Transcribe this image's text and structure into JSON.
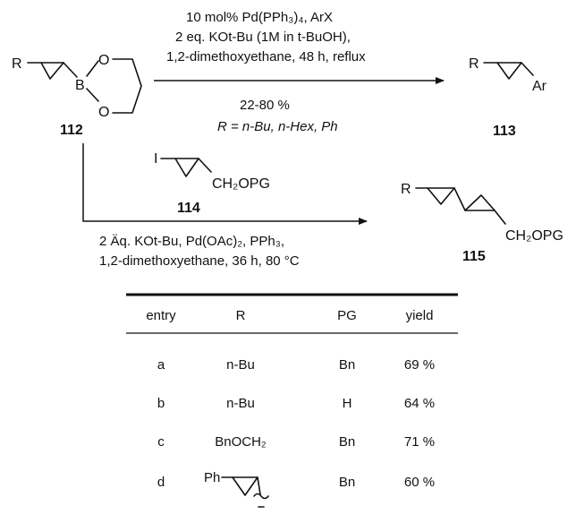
{
  "reaction1": {
    "conditions": [
      "10 mol% Pd(PPh₃)₄, ArX",
      "2 eq. KOt-Bu (1M in t-BuOH),",
      "1,2-dimethoxyethane, 48 h, reflux"
    ],
    "yield_range": "22-80 %",
    "r_groups": "R = n-Bu, n-Hex, Ph"
  },
  "compounds": {
    "c112": {
      "number": "112",
      "r": "R",
      "b": "B",
      "o1": "O",
      "o2": "O"
    },
    "c113": {
      "number": "113",
      "r": "R",
      "ar": "Ar"
    },
    "c114": {
      "number": "114",
      "i": "I",
      "substituent": "CH₂OPG"
    },
    "c115": {
      "number": "115",
      "r": "R",
      "substituent": "CH₂OPG"
    }
  },
  "reaction2": {
    "conditions": [
      "2 Äq. KOt-Bu, Pd(OAc)₂, PPh₃,",
      "1,2-dimethoxyethane, 36 h, 80 °C"
    ]
  },
  "table": {
    "headers": [
      "entry",
      "R",
      "PG",
      "yield"
    ],
    "rows": [
      {
        "entry": "a",
        "r": "n-Bu",
        "pg": "Bn",
        "yield": "69 %"
      },
      {
        "entry": "b",
        "r": "n-Bu",
        "pg": "H",
        "yield": "64 %"
      },
      {
        "entry": "c",
        "r": "BnOCH₂",
        "pg": "Bn",
        "yield": "71 %"
      },
      {
        "entry": "d",
        "r": "Ph",
        "pg": "Bn",
        "yield": "60 %"
      }
    ]
  }
}
